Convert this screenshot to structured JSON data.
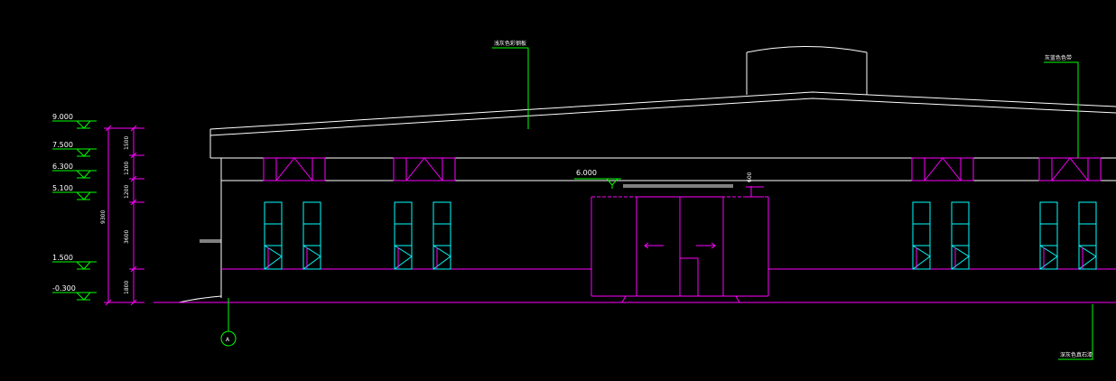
{
  "colors": {
    "background": "#000000",
    "outline": "#ffffff",
    "wall": "#ff00ff",
    "window": "#00ffff",
    "leader": "#00ff00"
  },
  "elevations": {
    "e9000": "9.000",
    "e7500": "7.500",
    "e6300": "6.300",
    "e5100": "5.100",
    "e1500": "1.500",
    "em300": "-0.300",
    "e6000_entrance": "6.000"
  },
  "dimensions": {
    "d1500": "1500",
    "d1200a": "1200",
    "d1200b": "1200",
    "d3600": "3600",
    "d1800": "1800",
    "total": "9300",
    "canopy": "600"
  },
  "notes": {
    "roof_material": "浅灰色彩钢板",
    "fascia_material": "灰蓝色色带",
    "base_material": "深灰色真石漆"
  },
  "axis": {
    "label": "A"
  },
  "icons": {
    "elevation_marker": "triangle-elevation-icon",
    "door_arrow": "arrow-icon",
    "axis_bubble": "circle-axis-icon"
  }
}
